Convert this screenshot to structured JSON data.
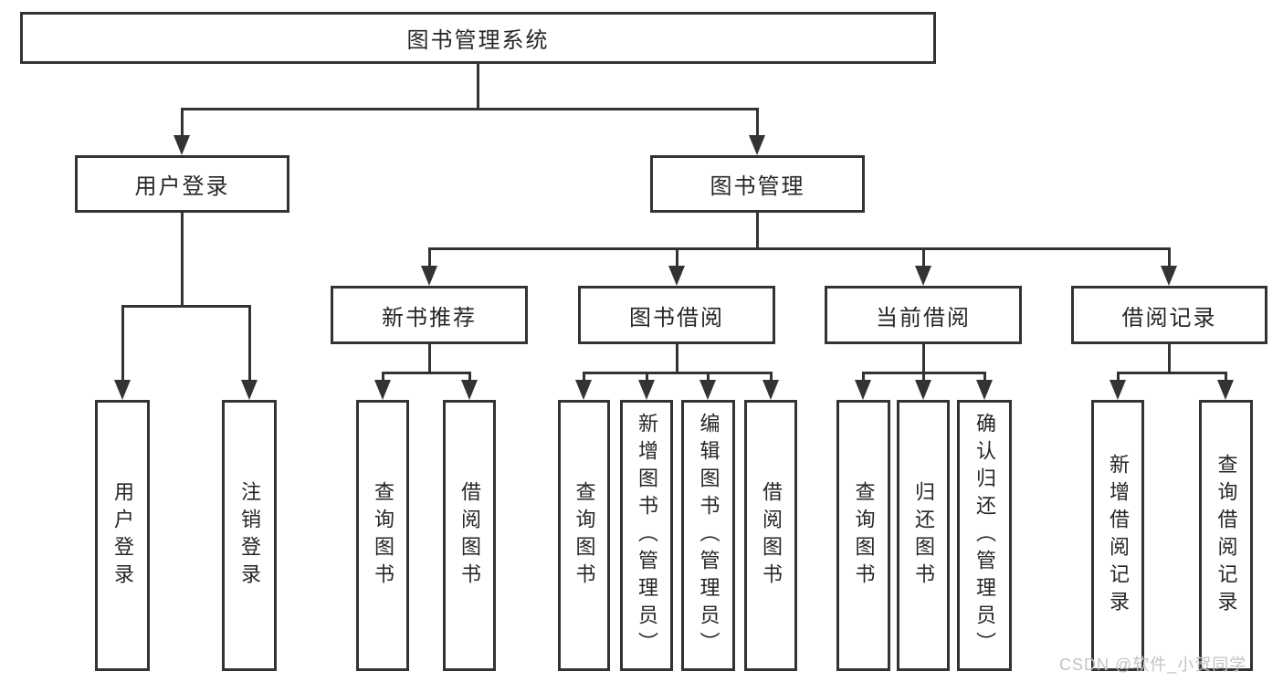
{
  "diagram": {
    "root": {
      "label": "图书管理系统"
    },
    "level2": [
      {
        "label": "用户登录"
      },
      {
        "label": "图书管理"
      }
    ],
    "level3": [
      {
        "label": "新书推荐"
      },
      {
        "label": "图书借阅"
      },
      {
        "label": "当前借阅"
      },
      {
        "label": "借阅记录"
      }
    ],
    "leaves": [
      {
        "label": "用户登录"
      },
      {
        "label": "注销登录"
      },
      {
        "label": "查询图书"
      },
      {
        "label": "借阅图书"
      },
      {
        "label": "查询图书"
      },
      {
        "label": "新增图书（管理员）"
      },
      {
        "label": "编辑图书（管理员）"
      },
      {
        "label": "借阅图书"
      },
      {
        "label": "查询图书"
      },
      {
        "label": "归还图书"
      },
      {
        "label": "确认归还（管理员）"
      },
      {
        "label": "新增借阅记录"
      },
      {
        "label": "查询借阅记录"
      }
    ],
    "watermark": "CSDN @软件_小贺同学",
    "colors": {
      "line": "#333333",
      "text": "#262626",
      "background": "#ffffff",
      "watermark": "#c2c2c2"
    }
  }
}
